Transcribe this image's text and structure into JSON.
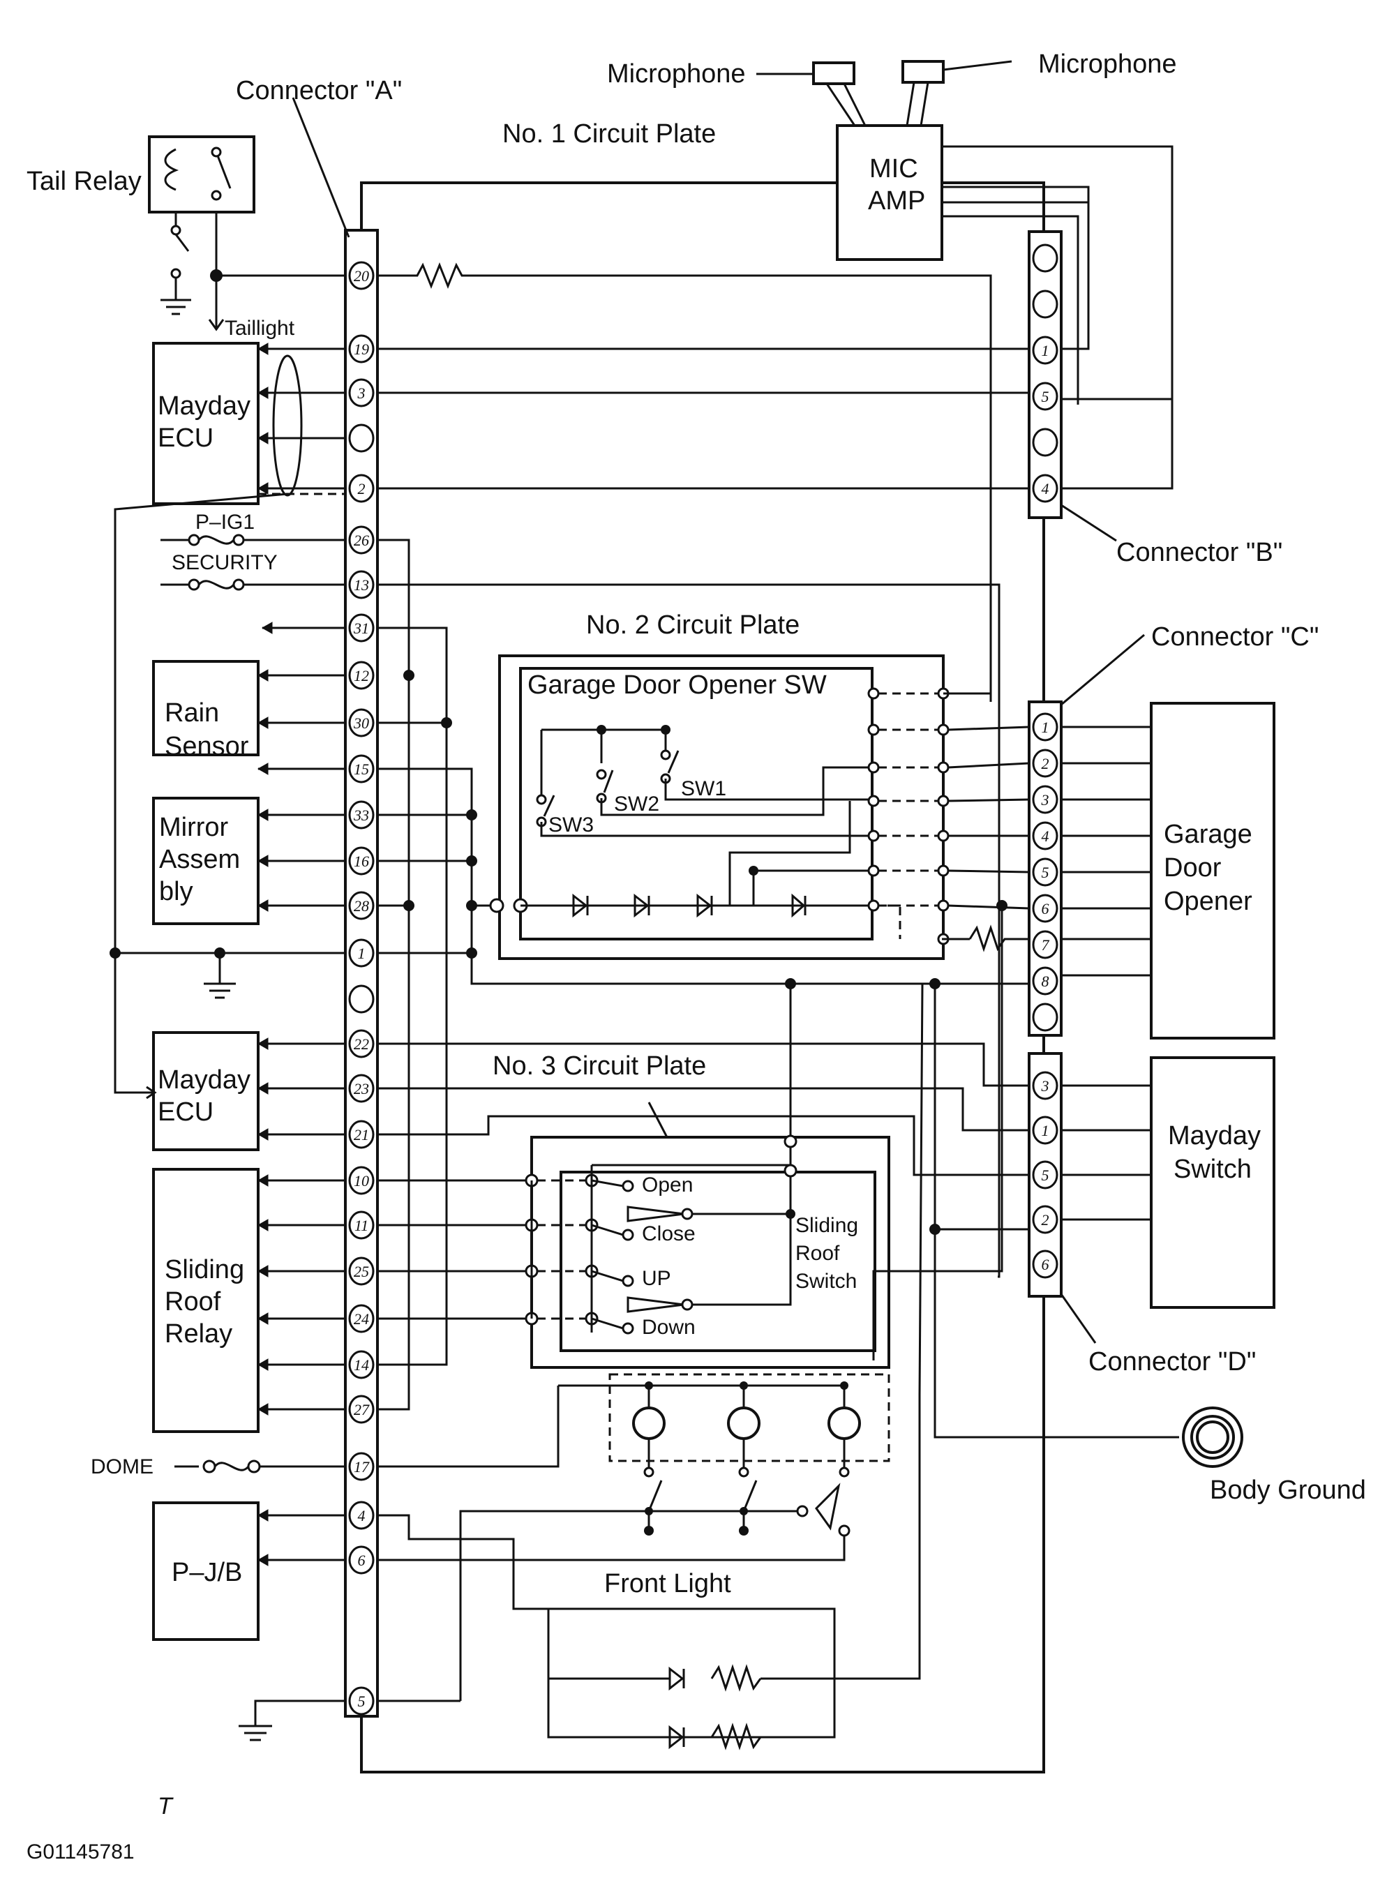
{
  "figure_code": "G01145781",
  "corner_mark": "T",
  "labels": {
    "connector_a": "Connector \"A\"",
    "connector_b": "Connector \"B\"",
    "connector_c": "Connector \"C\"",
    "connector_d": "Connector \"D\"",
    "circuit_plate_1": "No. 1 Circuit Plate",
    "circuit_plate_2": "No. 2 Circuit Plate",
    "circuit_plate_3": "No. 3 Circuit Plate",
    "microphone_left": "Microphone",
    "microphone_right": "Microphone",
    "mic_amp_1": "MIC",
    "mic_amp_2": "AMP",
    "tail_relay": "Tail Relay",
    "taillight": "Taillight",
    "mayday_ecu_1a": "Mayday",
    "mayday_ecu_1b": "ECU",
    "p_ig1": "P–IG1",
    "security": "SECURITY",
    "rain_sensor_a": "Rain",
    "rain_sensor_b": "Sensor",
    "mirror_a": "Mirror",
    "mirror_b": "Assem",
    "mirror_c": "bly",
    "mayday_ecu_2a": "Mayday",
    "mayday_ecu_2b": "ECU",
    "sliding_relay_a": "Sliding",
    "sliding_relay_b": "Roof",
    "sliding_relay_c": "Relay",
    "dome": "DOME",
    "pjb": "P–J/B",
    "garage_sw": "Garage Door Opener SW",
    "sw1": "SW1",
    "sw2": "SW2",
    "sw3": "SW3",
    "garage_opener_a": "Garage",
    "garage_opener_b": "Door",
    "garage_opener_c": "Opener",
    "mayday_switch_a": "Mayday",
    "mayday_switch_b": "Switch",
    "open": "Open",
    "close": "Close",
    "up": "UP",
    "down": "Down",
    "sliding_switch_a": "Sliding",
    "sliding_switch_b": "Roof",
    "sliding_switch_c": "Switch",
    "front_light": "Front Light",
    "body_ground": "Body Ground"
  },
  "connector_a_pins": [
    "20",
    "19",
    "3",
    "",
    "2",
    "26",
    "13",
    "31",
    "12",
    "30",
    "15",
    "33",
    "16",
    "28",
    "1",
    "",
    "22",
    "23",
    "21",
    "10",
    "11",
    "25",
    "24",
    "14",
    "27",
    "17",
    "4",
    "6",
    "5"
  ],
  "connector_b_pins": [
    "",
    "",
    "1",
    "5",
    "",
    "4"
  ],
  "connector_c_pins": [
    "1",
    "2",
    "3",
    "4",
    "5",
    "6",
    "7",
    "8",
    ""
  ],
  "connector_d_pins": [
    "3",
    "1",
    "5",
    "2",
    "6"
  ]
}
